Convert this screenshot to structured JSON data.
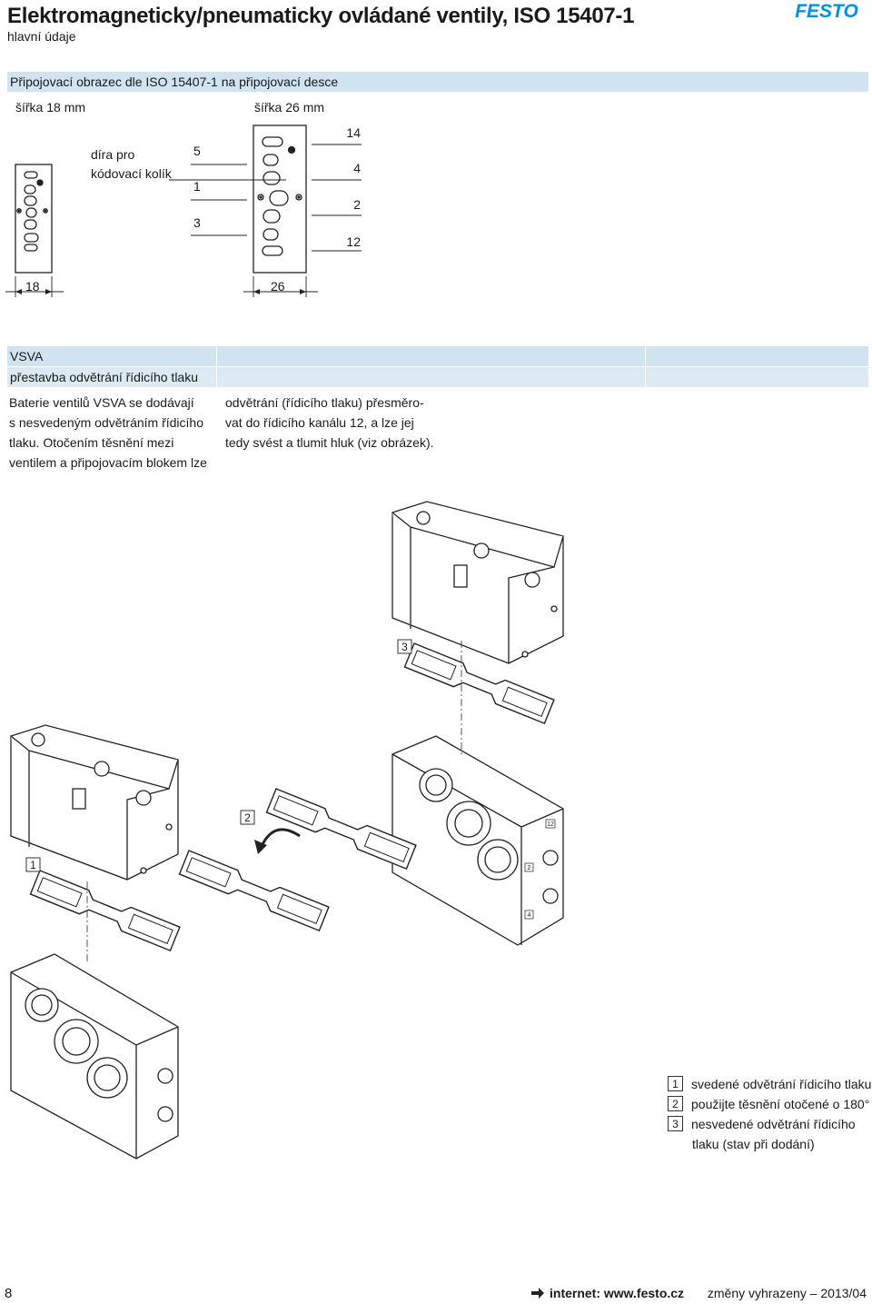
{
  "header": {
    "title": "Elektromagneticky/pneumaticky ovládané ventily, ISO 15407-1",
    "subtitle": "hlavní údaje",
    "logo_text": "FESTO",
    "brand_color": "#0091dc"
  },
  "section1": {
    "heading": "Připojovací obrazec dle ISO 15407-1 na připojovací desce",
    "label_18": "šířka 18 mm",
    "label_26": "šířka 26 mm",
    "callout_line1": "díra pro",
    "callout_line2": "kódovací kolík",
    "ports_left": [
      "5",
      "1",
      "3"
    ],
    "ports_right": [
      "14",
      "4",
      "2",
      "12"
    ],
    "dim_18": "18",
    "dim_26": "26"
  },
  "section2": {
    "heading_line1": "VSVA",
    "heading_line2": "přestavba odvětrání řídicího tlaku",
    "col1": [
      "Baterie ventilů VSVA se dodávají",
      "s nesvedeným odvětráním řídicího",
      "tlaku. Otočením těsnění mezi",
      "ventilem a připojovacím blokem lze"
    ],
    "col2": [
      "odvětrání (řídicího tlaku) přesměro-",
      "vat do řídicího kanálu 12, a lze jej",
      "tedy svést a tlumit hluk (viz obrázek)."
    ]
  },
  "illustration": {
    "callouts": [
      "1",
      "2",
      "3"
    ],
    "port_marks": [
      "12",
      "2",
      "4"
    ]
  },
  "legend": [
    {
      "num": "1",
      "text": "svedené odvětrání řídicího tlaku"
    },
    {
      "num": "2",
      "text": "použijte těsnění otočené o 180°"
    },
    {
      "num": "3",
      "text": "nesvedené odvětrání řídicího"
    },
    {
      "num": "",
      "text": "tlaku (stav při dodání)"
    }
  ],
  "footer": {
    "page_number": "8",
    "arrow_icon": "right-arrow-icon",
    "internet": "internet: www.festo.cz",
    "changes": "změny vyhrazeny – 2013/04"
  }
}
